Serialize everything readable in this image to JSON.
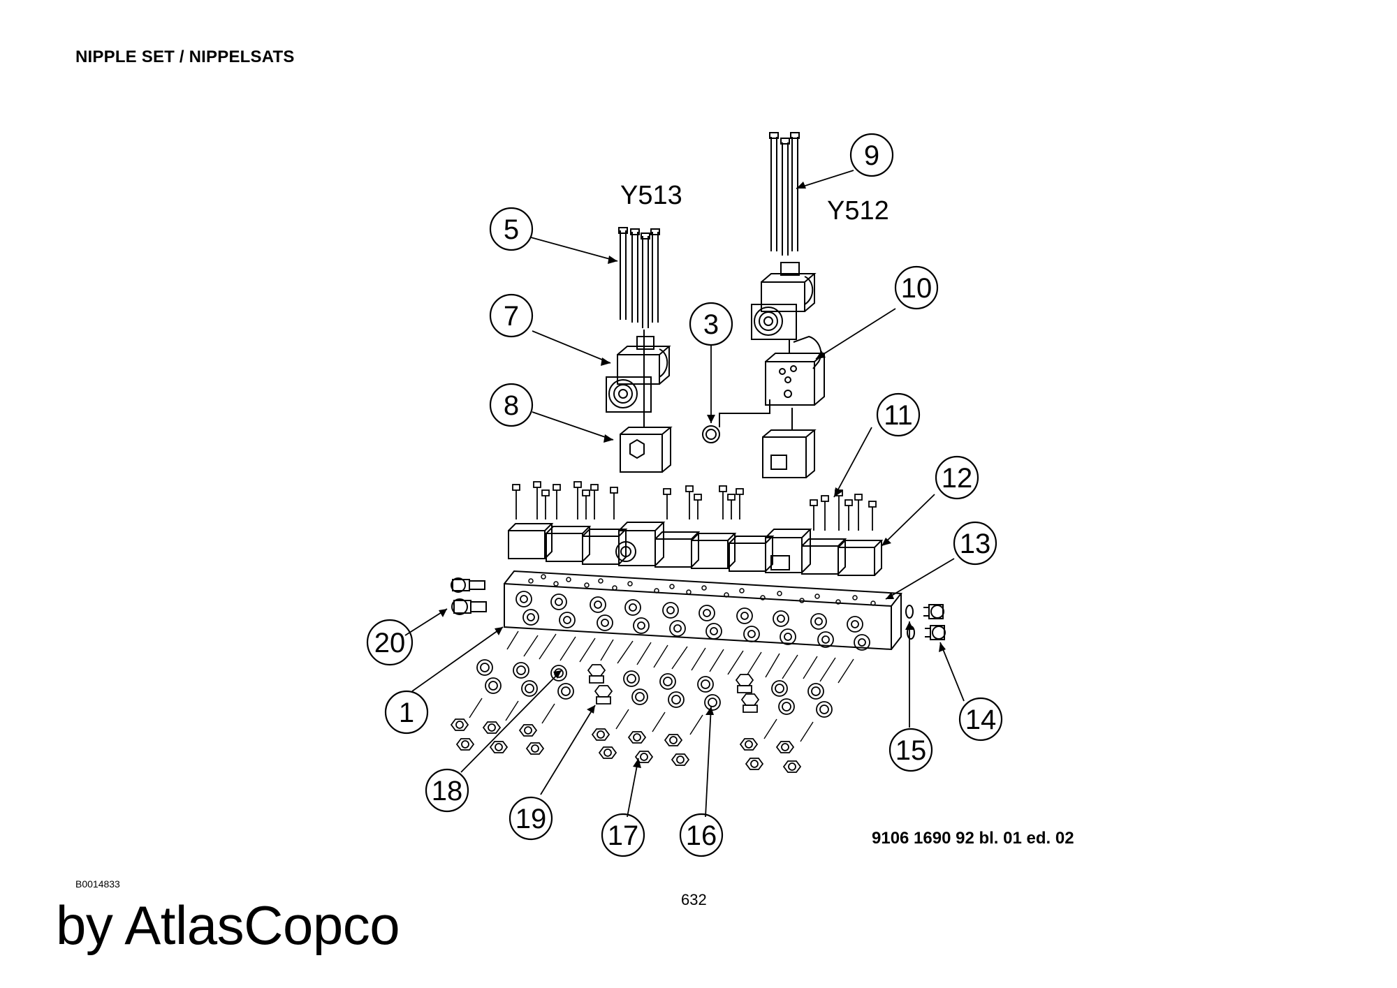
{
  "page": {
    "title": "NIPPLE SET / NIPPELSATS",
    "doc_code": "B0014833",
    "page_number": "632",
    "brand": "by AtlasCopco"
  },
  "drawing": {
    "reference": "9106 1690 92 bl. 01 ed. 02",
    "valve_labels": [
      "Y513",
      "Y512"
    ],
    "callouts": [
      "1",
      "3",
      "5",
      "7",
      "8",
      "9",
      "10",
      "11",
      "12",
      "13",
      "14",
      "15",
      "16",
      "17",
      "18",
      "19",
      "20"
    ]
  }
}
